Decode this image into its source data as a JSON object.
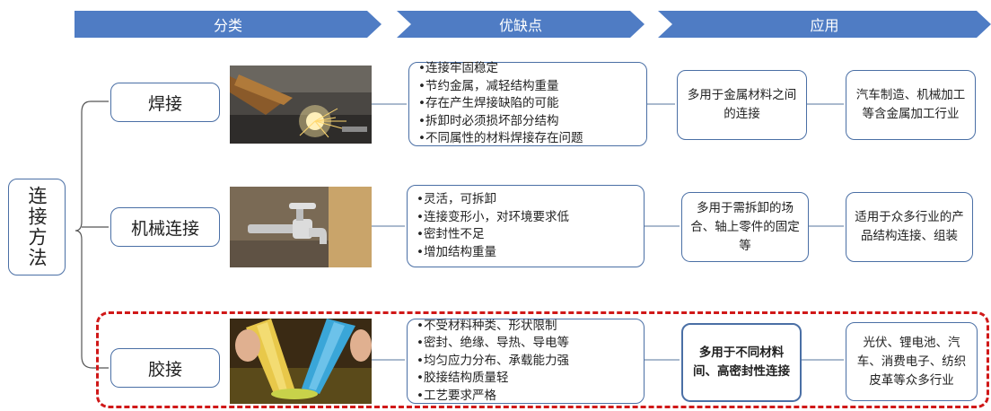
{
  "headers": {
    "category": "分类",
    "pros_cons": "优缺点",
    "application": "应用"
  },
  "root": {
    "label": "连接方法"
  },
  "methods": [
    {
      "name": "焊接",
      "photo_icon": "welding-photo",
      "features": [
        "连接牢固稳定",
        "节约金属，减轻结构重量",
        "存在产生焊接缺陷的可能",
        "拆卸时必须损坏部分结构",
        "不同属性的材料焊接存在问题"
      ],
      "application": "多用于金属材料之间的连接",
      "industries": "汽车制造、机械加工等含金属加工行业"
    },
    {
      "name": "机械连接",
      "photo_icon": "faucet-photo",
      "features": [
        "灵活，可拆卸",
        "连接变形小，对环境要求低",
        "密封性不足",
        "增加结构重量"
      ],
      "application": "多用于需拆卸的场合、轴上零件的固定等",
      "industries": "适用于众多行业的产品结构连接、组装"
    },
    {
      "name": "胶接",
      "photo_icon": "glue-tubes-photo",
      "features": [
        "不受材料种类、形状限制",
        "密封、绝缘、导热、导电等",
        "均匀应力分布、承载能力强",
        "胶接结构质量轻",
        "工艺要求严格"
      ],
      "application": "多用于不同材料间、高密封性连接",
      "industries": "光伏、锂电池、汽车、消费电子、纺织皮革等众多行业"
    }
  ]
}
